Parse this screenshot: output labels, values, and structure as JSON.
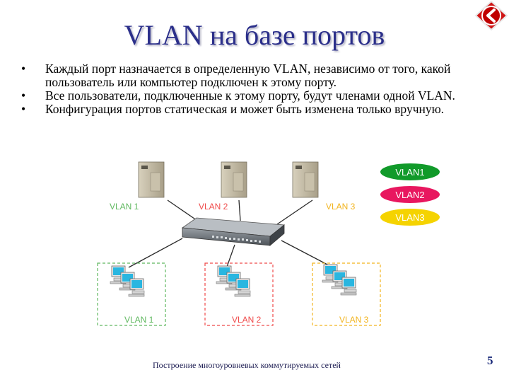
{
  "slide": {
    "title": "VLAN на базе портов",
    "bullets": [
      "Каждый порт назначается в определенную VLAN, независимо от того, какой пользователь или компьютер подключен к этому порту.",
      "Все пользователи, подключенные к этому порту, будут членами одной VLAN.",
      "Конфигурация портов статическая и может быть изменена только вручную."
    ],
    "bullet_symbol": "•",
    "footer": "Построение многоуровневых коммутируемых сетей",
    "page_number": "5"
  },
  "diagram": {
    "server_labels": [
      "VLAN 1",
      "VLAN 2",
      "VLAN 3"
    ],
    "group_labels": [
      "VLAN 1",
      "VLAN 2",
      "VLAN 3"
    ],
    "legend": [
      {
        "label": "VLAN1",
        "color": "#119a2a"
      },
      {
        "label": "VLAN2",
        "color": "#e8175f"
      },
      {
        "label": "VLAN3",
        "color": "#f5d300"
      }
    ],
    "vlan_colors": [
      "#5fb85f",
      "#ef4a4a",
      "#f2b41e"
    ],
    "icons": {
      "logo": "back-arrow-icon",
      "server": "server-icon",
      "switch": "switch-icon",
      "computer": "computer-icon"
    }
  }
}
